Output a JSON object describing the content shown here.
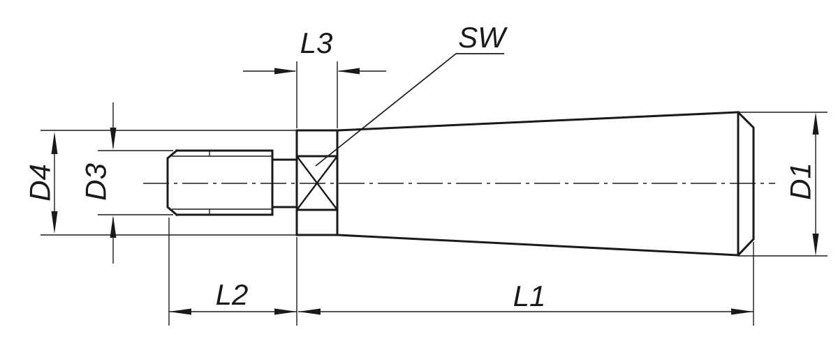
{
  "drawing": {
    "type": "technical-drawing",
    "part": "taper grip handle with threaded stud and hex section",
    "colors": {
      "line": "#1a1a1a",
      "background": "#ffffff"
    },
    "labels": {
      "l1": "L1",
      "l2": "L2",
      "l3": "L3",
      "d1": "D1",
      "d3": "D3",
      "d4": "D4",
      "sw": "SW"
    }
  }
}
